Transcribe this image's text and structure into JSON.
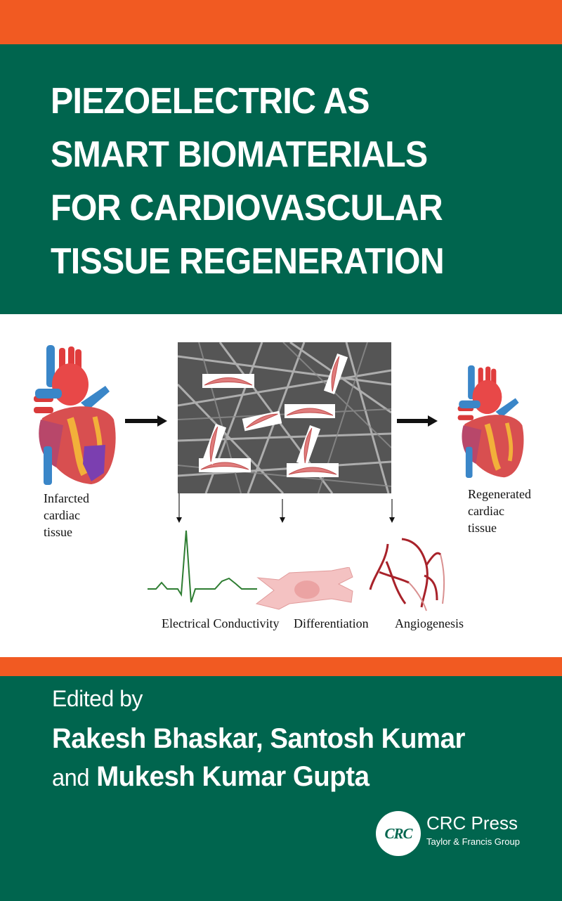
{
  "cover": {
    "colors": {
      "orange": "#f15a22",
      "green": "#00654e",
      "white": "#ffffff"
    },
    "title_lines": [
      "PIEZOELECTRIC AS",
      "SMART BIOMATERIALS",
      "FOR CARDIOVASCULAR",
      "TISSUE REGENERATION"
    ],
    "figure": {
      "left_label": [
        "Infarcted",
        "cardiac",
        "tissue"
      ],
      "right_label": [
        "Regenerated",
        "cardiac",
        "tissue"
      ],
      "captions": [
        "Electrical Conductivity",
        "Differentiation",
        "Angiogenesis"
      ],
      "icons": [
        "infarcted-heart-icon",
        "arrow-right-icon",
        "nanofiber-scaffold-image",
        "regenerated-heart-icon",
        "ecg-waveform-icon",
        "cardiomyocyte-icon",
        "blood-vessels-icon"
      ]
    },
    "edited_by": "Edited by",
    "editors_line1": "Rakesh Bhaskar, Santosh Kumar",
    "editors_and": "and",
    "editors_line2": "Mukesh Kumar Gupta",
    "publisher": {
      "logo_text": "CRC",
      "name": "CRC Press",
      "group": "Taylor & Francis Group"
    }
  }
}
